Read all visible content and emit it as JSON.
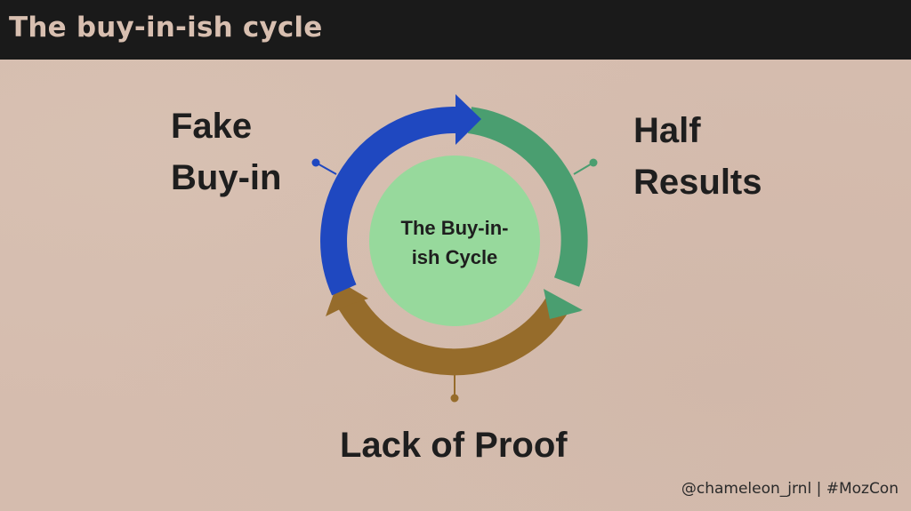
{
  "slide": {
    "title": "The buy-in-ish cycle",
    "footer": "@chameleon_jrnl  |  #MozCon"
  },
  "diagram": {
    "center_label": "The Buy-in-ish Cycle",
    "center_label_lines": [
      "The Buy-in-",
      "ish Cycle"
    ],
    "stages": [
      {
        "label_lines": [
          "Fake",
          "Buy-in"
        ],
        "label": "Fake Buy-in",
        "color": "#1f48c0"
      },
      {
        "label_lines": [
          "Half",
          "Results"
        ],
        "label": "Half Results",
        "color": "#4a9e70"
      },
      {
        "label_lines": [
          "Lack of Proof"
        ],
        "label": "Lack of Proof",
        "color": "#966c2b"
      }
    ],
    "center_color": "#97d99c"
  },
  "colors": {
    "background": "#d5bcae",
    "header_bg": "#1a1a1a",
    "header_text": "#d8bfb0",
    "text": "#1e1e1e"
  }
}
